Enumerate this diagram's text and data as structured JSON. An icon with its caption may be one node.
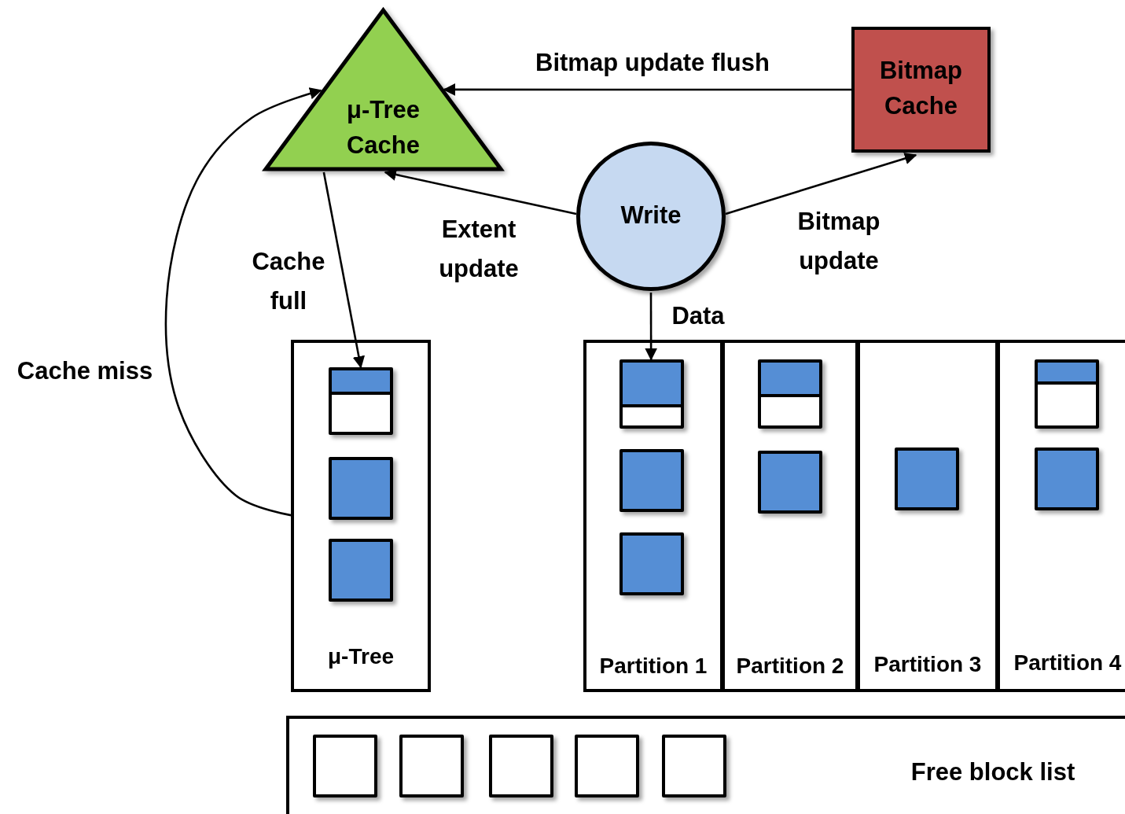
{
  "diagram": {
    "nodes": [
      {
        "text": [
          "μ-Tree Cache"
        ]
      },
      {
        "text": [
          "Bitmap Cache"
        ]
      },
      {
        "text": [
          "Write"
        ]
      },
      {
        "text": [
          "μ-Tree"
        ]
      },
      {
        "text": [],
        "shape": "box",
        "in": 3
      },
      {
        "text": [],
        "shape": "box",
        "in": 3
      },
      {
        "text": [],
        "shape": "box",
        "in": 3
      },
      {
        "text": [
          "Partition 1"
        ]
      },
      {
        "text": [],
        "shape": "box",
        "in": 7
      },
      {
        "text": [],
        "shape": "box",
        "in": 7
      },
      {
        "text": [],
        "shape": "box",
        "in": 7
      },
      {
        "text": [
          "Partition 2"
        ]
      },
      {
        "text": [],
        "shape": "box",
        "in": 11
      },
      {
        "text": [],
        "shape": "box",
        "in": 11
      },
      {
        "text": [
          "Partition 3"
        ]
      },
      {
        "text": [],
        "shape": "box",
        "in": 14
      },
      {
        "text": [
          "Partition 4"
        ]
      },
      {
        "text": [],
        "shape": "box",
        "in": 16
      },
      {
        "text": [],
        "shape": "box",
        "in": 16
      },
      {
        "text": [
          "Free block list"
        ]
      },
      {
        "text": [],
        "shape": "box",
        "in": 19
      },
      {
        "text": [],
        "shape": "box",
        "in": 19
      },
      {
        "text": [],
        "shape": "box",
        "in": 19
      },
      {
        "text": [],
        "shape": "box",
        "in": 19
      },
      {
        "text": [],
        "shape": "box",
        "in": 19
      }
    ],
    "edges": [
      {
        "from": 1,
        "to": 0,
        "arrow": "to",
        "label": "Bitmap update flush"
      },
      {
        "from": 2,
        "to": 0,
        "arrow": "to",
        "label": "Extent update"
      },
      {
        "from": 2,
        "to": 1,
        "arrow": "to",
        "label": "Bitmap update"
      },
      {
        "from": 0,
        "to": 4,
        "arrow": "to",
        "label": "Cache full"
      },
      {
        "from": 2,
        "to": 8,
        "arrow": "to",
        "label": "Data"
      },
      {
        "from": 3,
        "to": 0,
        "arrow": "to",
        "label": "Cache miss"
      }
    ]
  }
}
